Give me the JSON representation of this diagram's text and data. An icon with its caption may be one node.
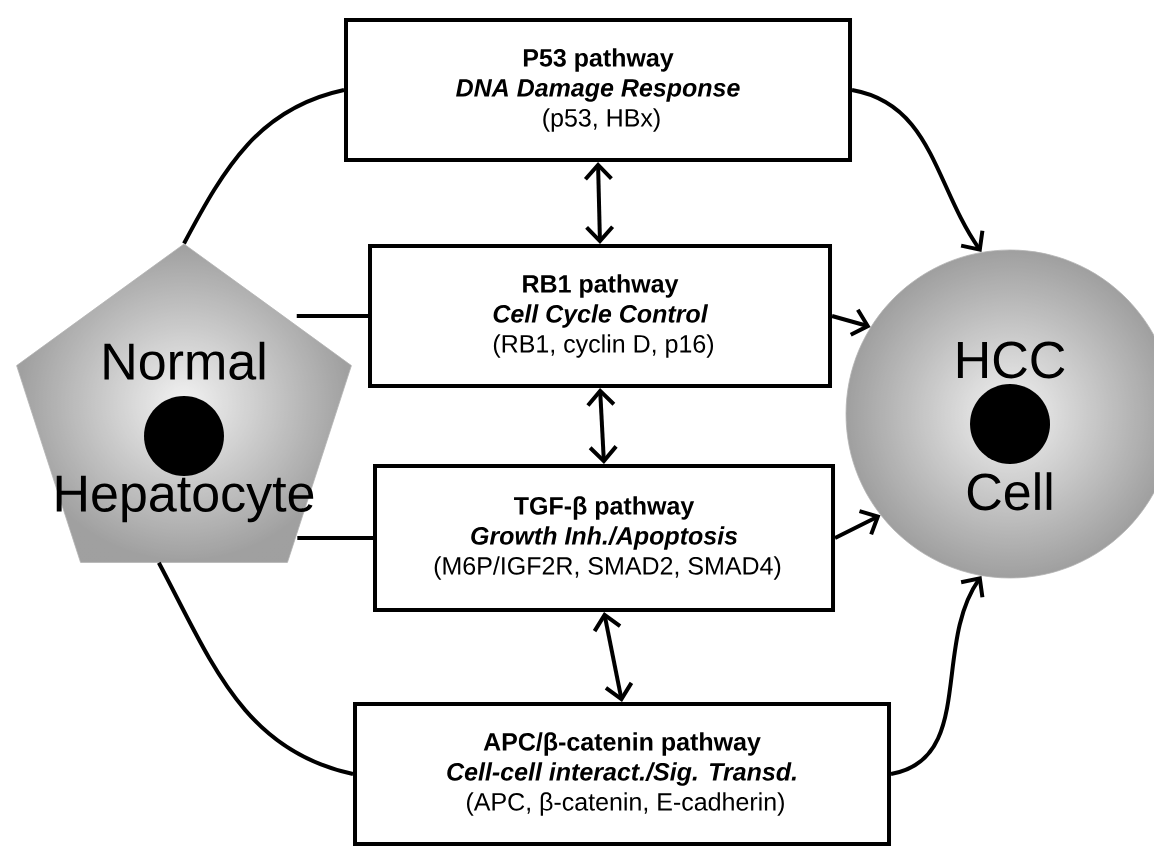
{
  "diagram": {
    "nodes": [
      {
        "text": [
          "Normal Hepatocyte"
        ]
      },
      {
        "text": [
          "HCC Cell"
        ]
      },
      {
        "text": [
          "P53 pathway",
          "DNA Damage Response",
          "(p53, HBx)"
        ]
      },
      {
        "text": [
          "RB1 pathway",
          "Cell Cycle Control",
          "(RB1, cyclin D, p16)"
        ]
      },
      {
        "text": [
          "TGF-β pathway",
          "Growth Inh./Apoptosis",
          "(M6P/IGF2R, SMAD2, SMAD4)"
        ]
      },
      {
        "text": [
          "APC/β-catenin pathway",
          "Cell-cell interact./Sig. Transd.",
          "(APC, β-catenin, E-cadherin)"
        ]
      }
    ],
    "edges": [
      {
        "from": 0,
        "to": 2,
        "arrow": "none"
      },
      {
        "from": 2,
        "to": 1,
        "arrow": "to"
      },
      {
        "from": 0,
        "to": 3,
        "arrow": "none"
      },
      {
        "from": 3,
        "to": 1,
        "arrow": "to"
      },
      {
        "from": 0,
        "to": 4,
        "arrow": "none"
      },
      {
        "from": 4,
        "to": 1,
        "arrow": "to"
      },
      {
        "from": 0,
        "to": 5,
        "arrow": "none"
      },
      {
        "from": 5,
        "to": 1,
        "arrow": "to"
      },
      {
        "from": 2,
        "to": 3,
        "arrow": "both"
      },
      {
        "from": 3,
        "to": 4,
        "arrow": "both"
      },
      {
        "from": 4,
        "to": 5,
        "arrow": "both"
      }
    ]
  }
}
